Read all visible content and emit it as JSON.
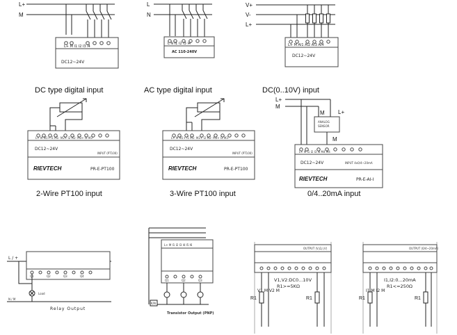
{
  "captions": {
    "dc_digital": "DC type digital input",
    "ac_digital": "AC type digital input",
    "dc_analog": "DC(0..10V) input",
    "pt100_2wire": "2-Wire PT100 input",
    "pt100_3wire": "3-Wire PT100 input",
    "ma_input": "0/4..20mA input",
    "relay_output": "Relay Output",
    "transistor_output": "Transistor Output (PNP)"
  },
  "rails": {
    "l_plus": "L+",
    "m": "M",
    "l": "L",
    "n": "N",
    "v_plus": "V+",
    "v_minus": "V-",
    "l_slash_plus": "L / +",
    "n_slash_m": "N / M"
  },
  "modules": {
    "dc": {
      "terminals": "L+ M      I1  I2  I3  I4",
      "voltage": "DC12~24V"
    },
    "ac": {
      "terminals": "L   N      I1  I2  I3  I4",
      "voltage": "AC 110-240V"
    },
    "analog": {
      "terminals": "L+ M   AI1 AI2 AI3 AI4",
      "voltage": "DC12~24V"
    },
    "pt100_2": {
      "terminals": "L+  M  M1+ I1 M1- M2+ I2 M2- M3+ I3 M3-",
      "voltage": "DC12~24V",
      "input_tag": "INPUT (PT100)",
      "brand": "RIEVTECH",
      "model": "PR-E-PT100"
    },
    "pt100_3": {
      "terminals": "L+  M  M1+ I1 M1- M2+ I2 M2- M3+ I3 M3-",
      "voltage": "DC12~24V",
      "input_tag": "INPUT (PT100)",
      "brand": "RIEVTECH",
      "model": "PR-E-PT100"
    },
    "ma": {
      "terminals": "L+  M   I1  I2  I3  I4  M4  M4",
      "voltage": "DC12~24V",
      "input_tag": "INPUT 4x0/4~20mA",
      "brand": "RIEVTECH",
      "model": "PR-E-AI-I"
    },
    "v_out": {
      "top_tag": "OUTPUT (V,Ω,I,V)",
      "pins": "V1  M        V2  M",
      "spec1": "V1,V2:DC0...10V",
      "spec2": "R1>=5KΩ",
      "resistor": "R1"
    },
    "i_out": {
      "top_tag": "OUTPUT (0/4~20mA)",
      "pins": "I1  M        I2  M",
      "spec1": "I1,I2:0...20mA",
      "spec2": "R1<=250Ω",
      "resistor": "R1"
    }
  },
  "ma_aux": {
    "m": "M",
    "l_plus": "L+",
    "box_line1": "ANALOG",
    "box_line2": "SENSOR"
  },
  "relay": {
    "q_labels": [
      "Q1",
      "Q2",
      "Q3",
      "Q4"
    ],
    "load": "Load"
  },
  "transistor": {
    "pins": "L+  M   I1  I2  I3  I4  I5  I6",
    "q_labels": [
      "Q1",
      "Q2",
      "Q3"
    ],
    "kn": "K/N"
  }
}
